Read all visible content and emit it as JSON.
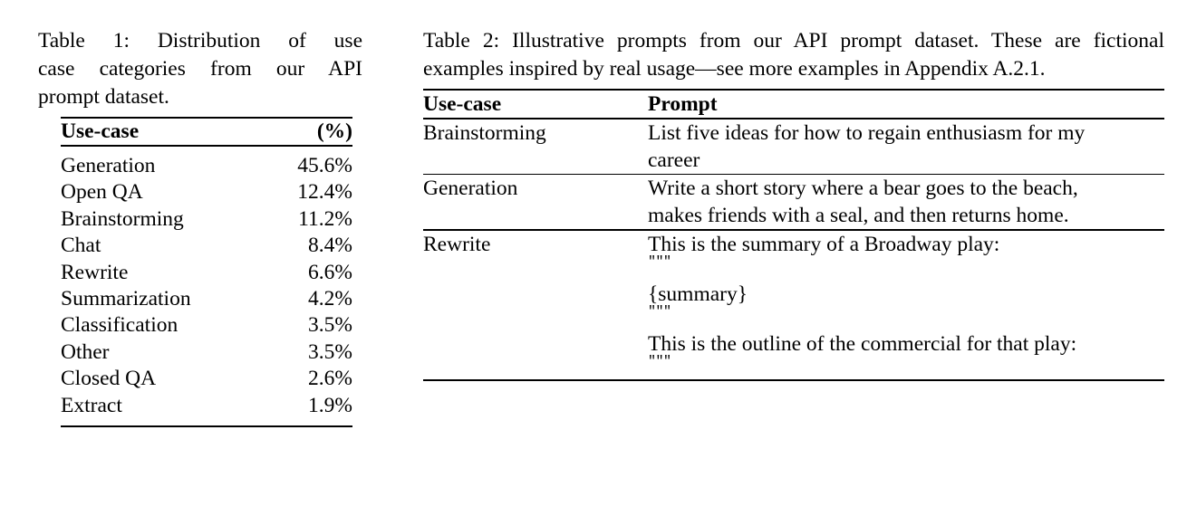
{
  "page": {
    "background": "#ffffff",
    "text_color": "#000000"
  },
  "table1": {
    "caption_lines": [
      "Table 1:  Distribution of use",
      "case categories from our API",
      "prompt dataset."
    ],
    "caption_full": "Table 1: Distribution of use case categories from our API prompt dataset.",
    "columns": [
      "Use-case",
      "(%)"
    ],
    "rows": [
      {
        "use_case": "Generation",
        "percent": "45.6%"
      },
      {
        "use_case": "Open QA",
        "percent": "12.4%"
      },
      {
        "use_case": "Brainstorming",
        "percent": "11.2%"
      },
      {
        "use_case": "Chat",
        "percent": "8.4%"
      },
      {
        "use_case": "Rewrite",
        "percent": "6.6%"
      },
      {
        "use_case": "Summarization",
        "percent": "4.2%"
      },
      {
        "use_case": "Classification",
        "percent": "3.5%"
      },
      {
        "use_case": "Other",
        "percent": "3.5%"
      },
      {
        "use_case": "Closed QA",
        "percent": "2.6%"
      },
      {
        "use_case": "Extract",
        "percent": "1.9%"
      }
    ]
  },
  "table2": {
    "caption_lines": [
      "Table 2: Illustrative prompts from our API prompt dataset. These",
      "are fictional examples inspired by real usage—see more examples",
      "in Appendix A.2.1."
    ],
    "caption_full": "Table 2: Illustrative prompts from our API prompt dataset. These are fictional examples inspired by real usage—see more examples in Appendix A.2.1.",
    "columns": [
      "Use-case",
      "Prompt"
    ],
    "rows": [
      {
        "use_case": "Brainstorming",
        "prompt_lines": [
          {
            "kind": "text",
            "text": "List five ideas for how to regain enthusiasm for my"
          },
          {
            "kind": "text",
            "text": "career"
          }
        ]
      },
      {
        "use_case": "Generation",
        "prompt_lines": [
          {
            "kind": "text",
            "text": "Write a short story where a bear goes to the beach,"
          },
          {
            "kind": "text",
            "text": "makes friends with a seal, and then returns home."
          }
        ]
      },
      {
        "use_case": "Rewrite",
        "prompt_lines": [
          {
            "kind": "text",
            "text": "This is the summary of a Broadway play:"
          },
          {
            "kind": "quote",
            "text": "\"\"\""
          },
          {
            "kind": "gap",
            "text": ""
          },
          {
            "kind": "text",
            "text": "{summary}"
          },
          {
            "kind": "quote",
            "text": "\"\"\""
          },
          {
            "kind": "gap",
            "text": ""
          },
          {
            "kind": "text",
            "text": "This is the outline of the commercial for that play:"
          },
          {
            "kind": "quote",
            "text": "\"\"\""
          }
        ]
      }
    ]
  }
}
